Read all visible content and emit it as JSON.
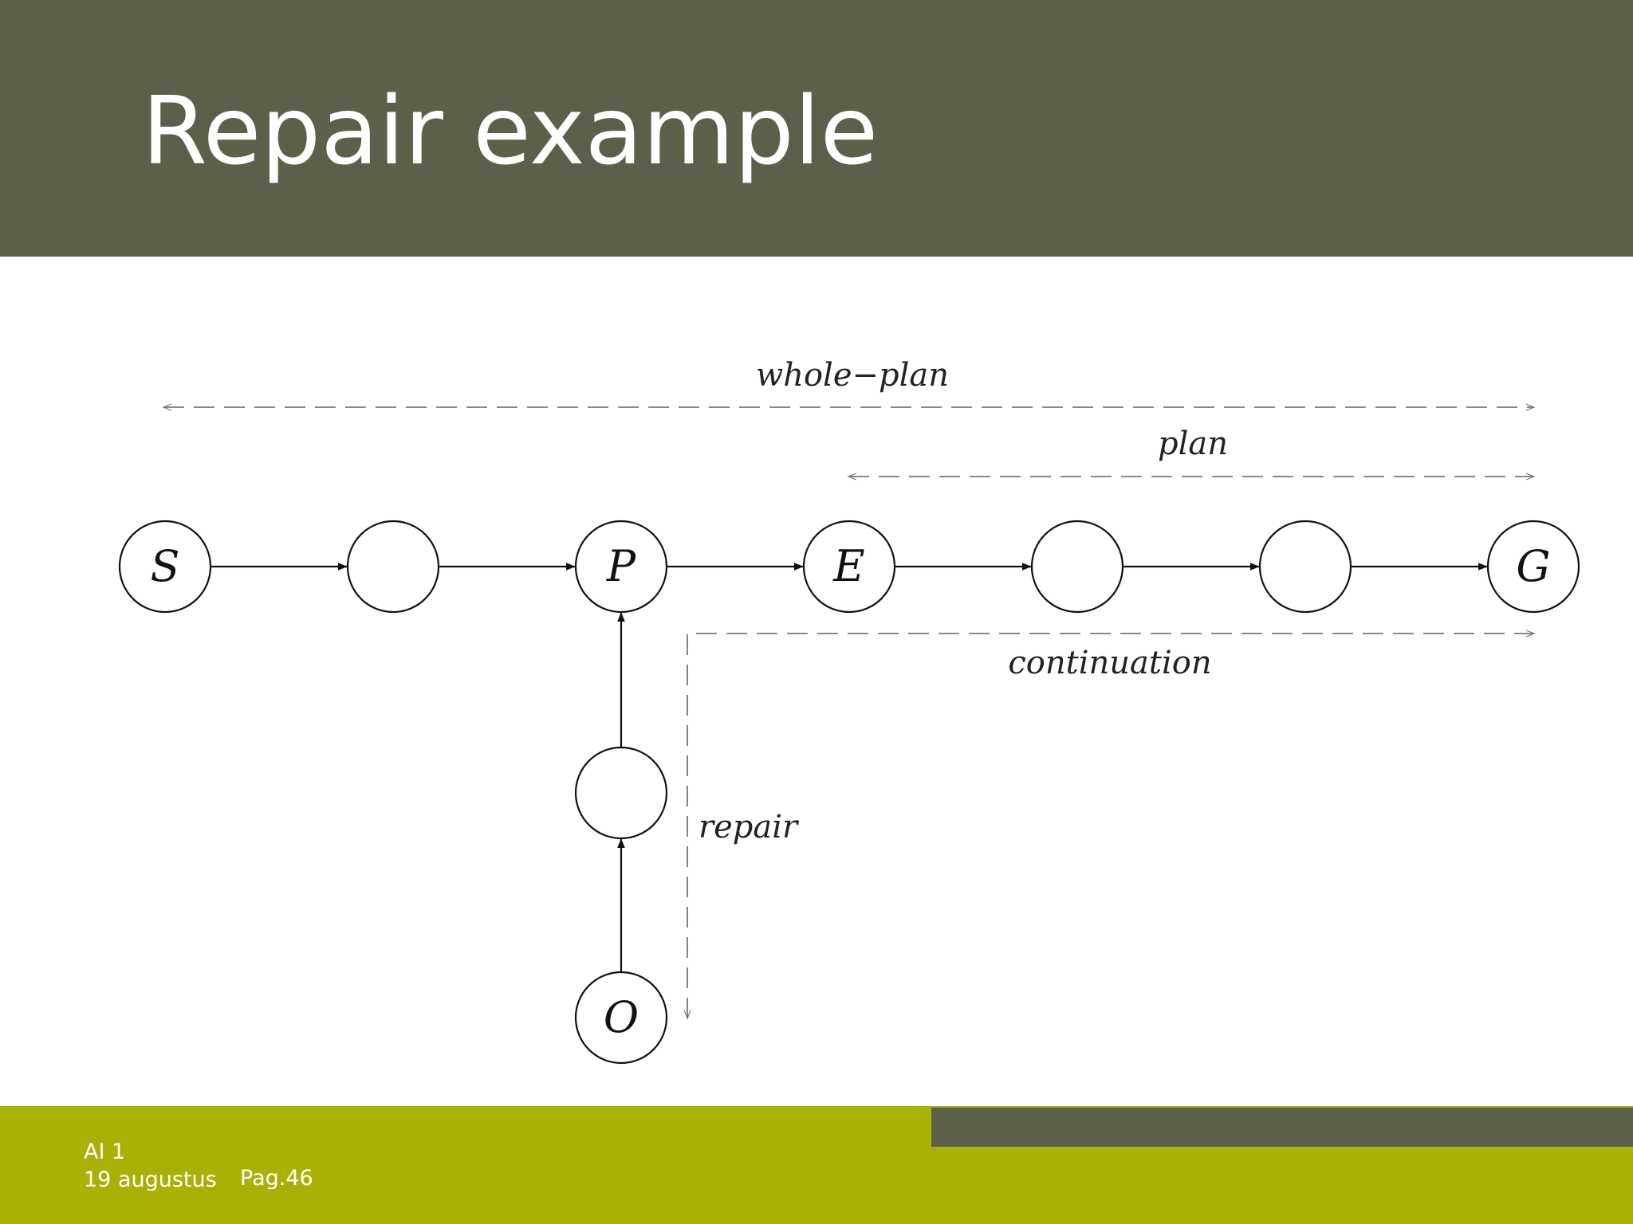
{
  "slide": {
    "title": "Repair example"
  },
  "diagram": {
    "nodes": [
      {
        "id": "S",
        "label": "S"
      },
      {
        "id": "n1",
        "label": ""
      },
      {
        "id": "P",
        "label": "P"
      },
      {
        "id": "E",
        "label": "E"
      },
      {
        "id": "n2",
        "label": ""
      },
      {
        "id": "n3",
        "label": ""
      },
      {
        "id": "G",
        "label": "G"
      },
      {
        "id": "n4",
        "label": ""
      },
      {
        "id": "O",
        "label": "O"
      }
    ],
    "edges": [
      {
        "from": "S",
        "to": "n1"
      },
      {
        "from": "n1",
        "to": "P"
      },
      {
        "from": "P",
        "to": "E"
      },
      {
        "from": "E",
        "to": "n2"
      },
      {
        "from": "n2",
        "to": "n3"
      },
      {
        "from": "n3",
        "to": "G"
      },
      {
        "from": "O",
        "to": "n4"
      },
      {
        "from": "n4",
        "to": "P"
      }
    ],
    "spans": {
      "whole_plan": "whole−plan",
      "plan": "plan",
      "continuation": "continuation",
      "repair": "repair"
    }
  },
  "footer": {
    "course": "AI 1",
    "date": "19 augustus",
    "page": "Pag.46"
  },
  "colors": {
    "header": "#5c604b",
    "footer": "#a8b106",
    "footer_bar": "#5c604b"
  }
}
